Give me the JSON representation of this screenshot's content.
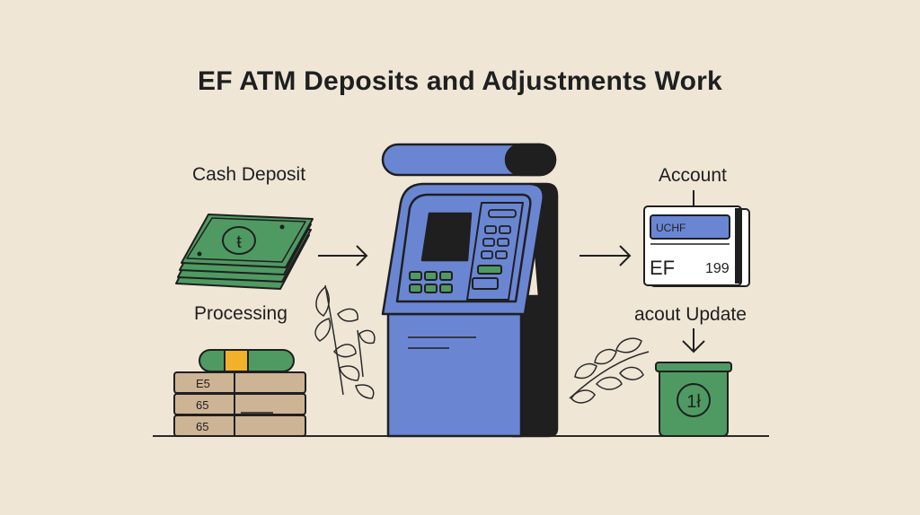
{
  "title": "EF ATM Deposits and Adjustments Work",
  "labels": {
    "cash_deposit": "Cash Deposit",
    "processing": "Processing",
    "account": "Account",
    "account_update": "acout Update"
  },
  "account_card": {
    "header": "UCHF",
    "name": "EF",
    "amount": "199"
  },
  "ledger_rows": [
    "E5",
    "65",
    "65"
  ],
  "colors": {
    "background": "#efe6d6",
    "atm_blue": "#6a86d3",
    "cash_green": "#4f9a62",
    "coin_gold": "#f2b12b",
    "ledger_tan": "#cdb495",
    "outline": "#1f1f1f"
  },
  "icons": {
    "money": "banknote-stack-icon",
    "atm": "atm-machine-icon",
    "card": "account-card-icon",
    "vault": "deposit-bin-icon",
    "arrow": "arrow-right-icon",
    "leaf": "leaf-icon"
  }
}
